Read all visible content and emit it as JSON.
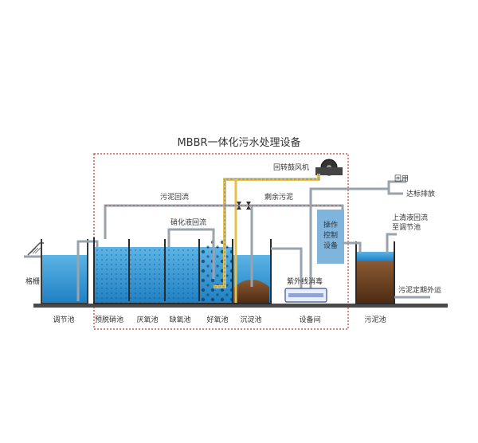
{
  "title": "MBBR一体化污水处理设备",
  "labels": {
    "blower": "回转鼓风机",
    "reuse": "回用",
    "discharge": "达标排放",
    "supernatant_1": "上清液回流",
    "supernatant_2": "至调节池",
    "sludge_return": "污泥回流",
    "excess_sludge": "剩余污泥",
    "nitrate_return": "硝化液回流",
    "control_1": "操作",
    "control_2": "控制",
    "control_3": "设备",
    "uv": "紫外线消毒",
    "grille": "格栅",
    "sludge_out": "污泥定期外运"
  },
  "units": [
    "调节池",
    "预脱硝池",
    "厌氧池",
    "缺氧池",
    "好氧池",
    "沉淀池",
    "设备间",
    "污泥池"
  ],
  "colors": {
    "water": "#2e8fd0",
    "water_light": "#5cb4e6",
    "sludge": "#6b3d1c",
    "pipe": "#9aa3ab",
    "ground": "#4a4a4a",
    "boundary": "#c0392b",
    "yellow_pipe": "#e2c24a",
    "control_box": "#7fb5dc"
  }
}
